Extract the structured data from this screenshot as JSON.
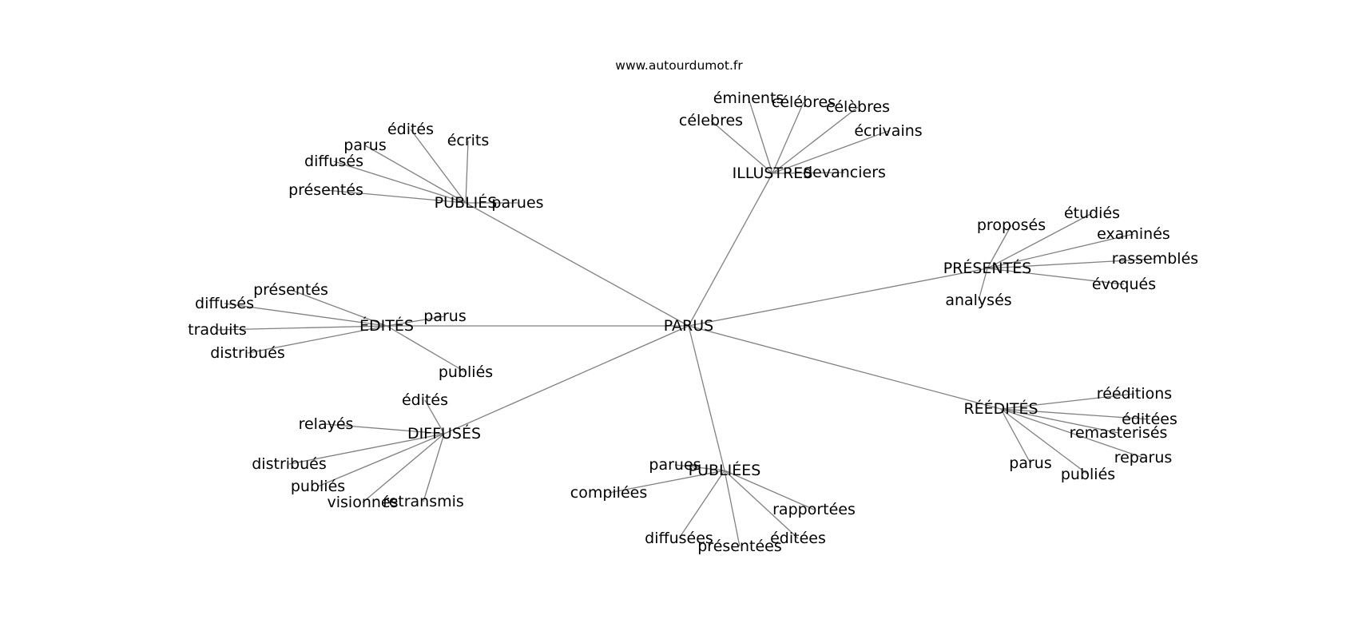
{
  "site": "www.autourdumot.fr",
  "center": "PARUS",
  "groups": [
    {
      "hub": "PUBLIÉS",
      "leaves": [
        "édités",
        "écrits",
        "parus",
        "diffusés",
        "présentés",
        "parues"
      ]
    },
    {
      "hub": "ILLUSTRES",
      "leaves": [
        "éminents",
        "célébres",
        "célèbres",
        "célebres",
        "écrivains",
        "devanciers"
      ]
    },
    {
      "hub": "PRÉSENTÉS",
      "leaves": [
        "proposés",
        "étudiés",
        "examinés",
        "rassemblés",
        "évoqués",
        "analysés"
      ]
    },
    {
      "hub": "ÉDITÉS",
      "leaves": [
        "présentés",
        "diffusés",
        "traduits",
        "distribués",
        "parus",
        "publiés"
      ]
    },
    {
      "hub": "DIFFUSÉS",
      "leaves": [
        "édités",
        "relayés",
        "distribués",
        "publiés",
        "visionnés",
        "retransmis"
      ]
    },
    {
      "hub": "PUBLIÉES",
      "leaves": [
        "parues",
        "compilées",
        "diffusées",
        "présentées",
        "éditées",
        "rapportées"
      ]
    },
    {
      "hub": "RÉÉDITÉS",
      "leaves": [
        "rééditions",
        "éditées",
        "remasterisés",
        "reparus",
        "publiés",
        "parus"
      ]
    }
  ]
}
